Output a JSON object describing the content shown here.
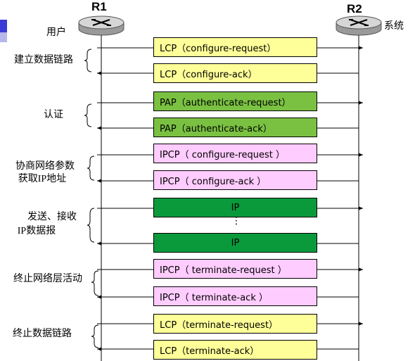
{
  "routers": {
    "left_name": "R1",
    "right_name": "R2",
    "left_host": "用户",
    "right_host": "系统"
  },
  "phases": {
    "establish": "建立数据链路",
    "auth": "认证",
    "negotiate_line1": "协商网络参数",
    "negotiate_line2": "获取IP地址",
    "transfer_line1": "发送、接收",
    "transfer_line2": "IP数据报",
    "terminate_net": "终止网络层活动",
    "terminate_link": "终止数据链路"
  },
  "messages": [
    {
      "label": "LCP（configure-request）",
      "color": "#ffff99"
    },
    {
      "label": "LCP（configure-ack）",
      "color": "#ffff99"
    },
    {
      "label": "PAP（authenticate-request）",
      "color": "#7ac142"
    },
    {
      "label": "PAP（authenticate-ack）",
      "color": "#7ac142"
    },
    {
      "label": "IPCP（ configure-request ）",
      "color": "#ffccff"
    },
    {
      "label": "IPCP（ configure-ack ）",
      "color": "#ffccff"
    },
    {
      "label": "IP",
      "color": "#0a9a3c"
    },
    {
      "label": "IP",
      "color": "#0a9a3c"
    },
    {
      "label": "IPCP（ terminate-request ）",
      "color": "#ffccff"
    },
    {
      "label": "IPCP（ terminate-ack ）",
      "color": "#ffccff"
    },
    {
      "label": "LCP（terminate-request）",
      "color": "#ffff99"
    },
    {
      "label": "LCP（terminate-ack）",
      "color": "#ffff99"
    }
  ],
  "ellipsis": "⋮"
}
